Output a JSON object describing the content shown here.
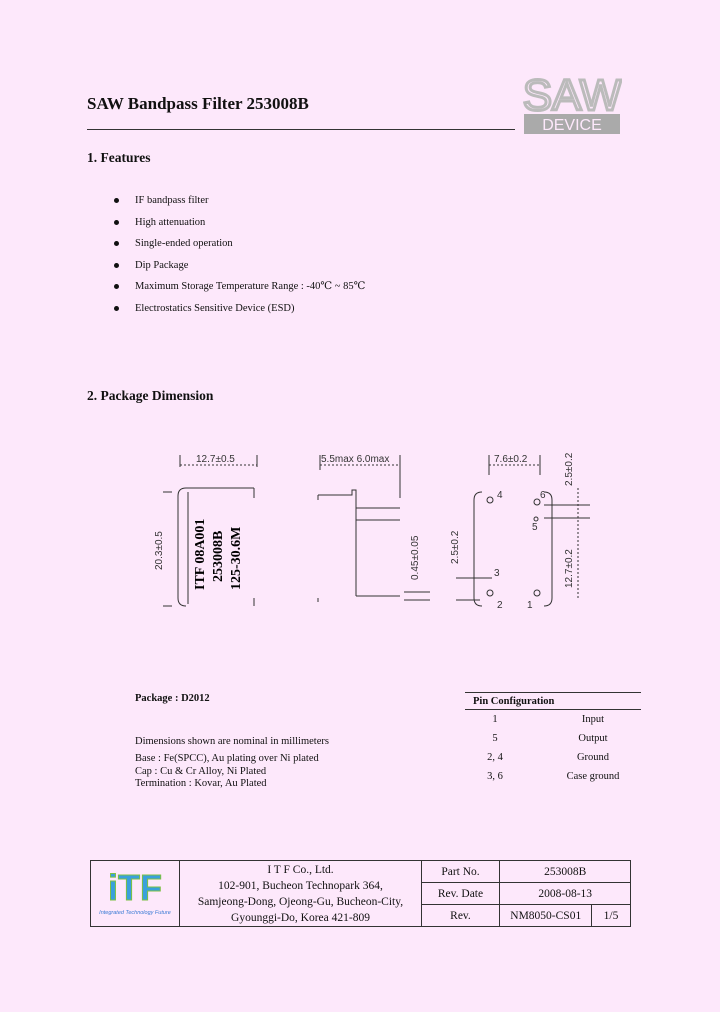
{
  "header": {
    "title": "SAW Bandpass Filter 253008B",
    "logo_top": "SAW",
    "logo_bottom": "DEVICE"
  },
  "features": {
    "heading": "1. Features",
    "items": [
      "IF bandpass filter",
      "High attenuation",
      "Single-ended operation",
      "Dip Package",
      "Maximum Storage Temperature Range : -40℃ ~ 85℃",
      "Electrostatics Sensitive Device (ESD)"
    ]
  },
  "package_dimension": {
    "heading": "2. Package Dimension",
    "top_view": {
      "width_label": "12.7±0.5",
      "height_label": "20.3±0.5",
      "marking": [
        "ITF 08A001",
        "253008B",
        "125-30.6M"
      ]
    },
    "side_view": {
      "height_label": "5.5max 6.0max",
      "lead_label": "0.45±0.05"
    },
    "bottom_view": {
      "spacing_top": "7.6±0.2",
      "spacing_left": "2.5±0.2",
      "spacing_right_top": "2.5±0.2",
      "spacing_right": "12.7±0.2",
      "pins": [
        "1",
        "2",
        "3",
        "4",
        "5",
        "6"
      ]
    }
  },
  "package_info": {
    "package_line": "Package : D2012",
    "notes": [
      "Dimensions shown are nominal in millimeters",
      "Base : Fe(SPCC), Au plating over Ni plated",
      "Cap : Cu & Cr Alloy, Ni Plated",
      "Termination : Kovar, Au Plated"
    ]
  },
  "pin_configuration": {
    "heading": "Pin Configuration",
    "rows": [
      {
        "pin": "1",
        "function": "Input"
      },
      {
        "pin": "5",
        "function": "Output"
      },
      {
        "pin": "2, 4",
        "function": "Ground"
      },
      {
        "pin": "3, 6",
        "function": "Case ground"
      }
    ]
  },
  "footer": {
    "logo_text": "iTF",
    "logo_tagline": "Integrated Technology Future",
    "company": "I T F   Co., Ltd.",
    "address_lines": [
      "102-901, Bucheon Technopark 364,",
      "Samjeong-Dong, Ojeong-Gu, Bucheon-City,",
      "Gyounggi-Do, Korea 421-809"
    ],
    "part_no_label": "Part No.",
    "part_no": "253008B",
    "rev_date_label": "Rev. Date",
    "rev_date": "2008-08-13",
    "rev_label": "Rev.",
    "rev": "NM8050-CS01",
    "page": "1/5"
  }
}
